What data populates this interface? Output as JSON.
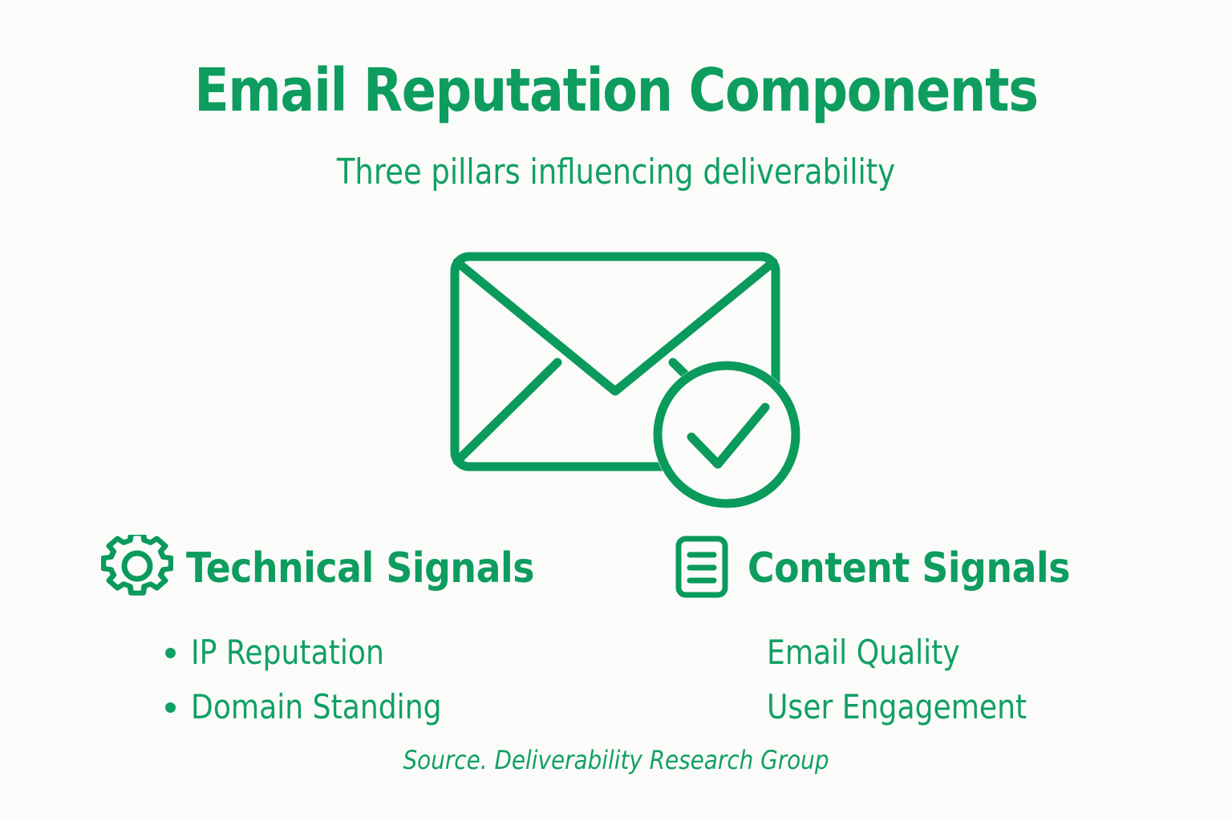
{
  "theme": {
    "background": "#fbfbfa",
    "primary_green": "#0e9d5f",
    "text_green": "#10a063",
    "stroke_green": "#0a9a5c"
  },
  "header": {
    "title": "Email Reputation Components",
    "subtitle": "Three pillars influencing deliverability"
  },
  "hero": {
    "icon_name": "envelope-with-check-badge",
    "envelope_icon": "envelope-icon",
    "badge_icon": "check-circle-icon"
  },
  "columns": [
    {
      "icon": "gear-icon",
      "heading": "Technical Signals",
      "bulleted": true,
      "items": [
        "IP Reputation",
        "Domain Standing"
      ]
    },
    {
      "icon": "document-icon",
      "heading": "Content Signals",
      "bulleted": false,
      "items": [
        "Email Quality",
        "User Engagement"
      ]
    }
  ],
  "footer": {
    "source": "Source. Deliverability Research Group"
  }
}
